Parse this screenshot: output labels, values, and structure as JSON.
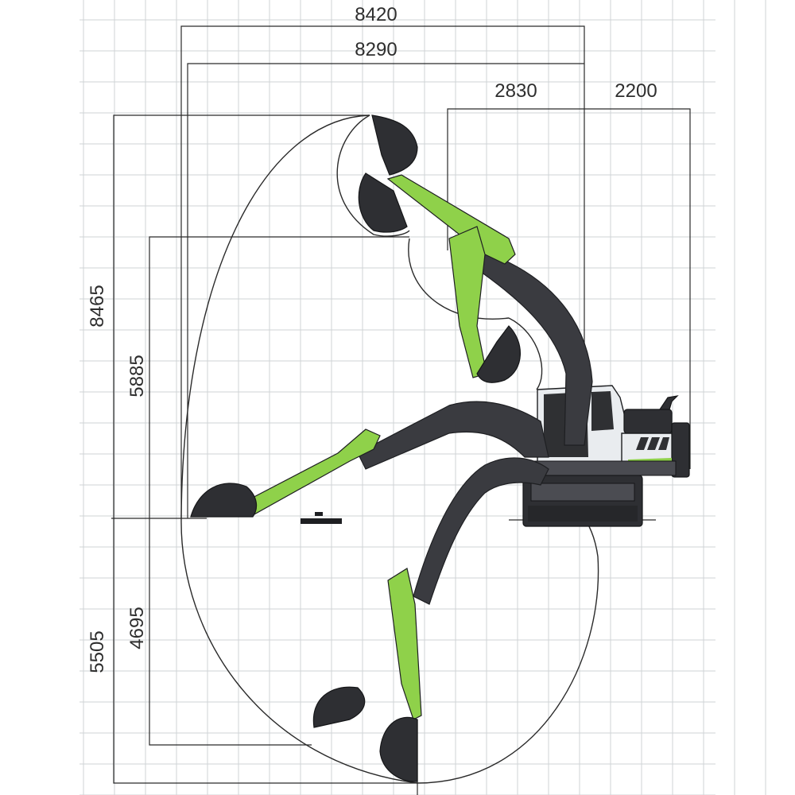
{
  "dimensions": {
    "max_digging_reach": "8420",
    "max_reach_ground": "8290",
    "front_swing_radius": "2830",
    "tail_swing_radius": "2200",
    "max_digging_height": "8465",
    "max_dump_height": "5885",
    "max_vertical_wall_depth": "4695",
    "max_digging_depth": "5505"
  },
  "colors": {
    "arm": "#8fd14a",
    "boom": "#3a3b40",
    "grid": "#cfd3d6",
    "line": "#2a2a2a"
  }
}
